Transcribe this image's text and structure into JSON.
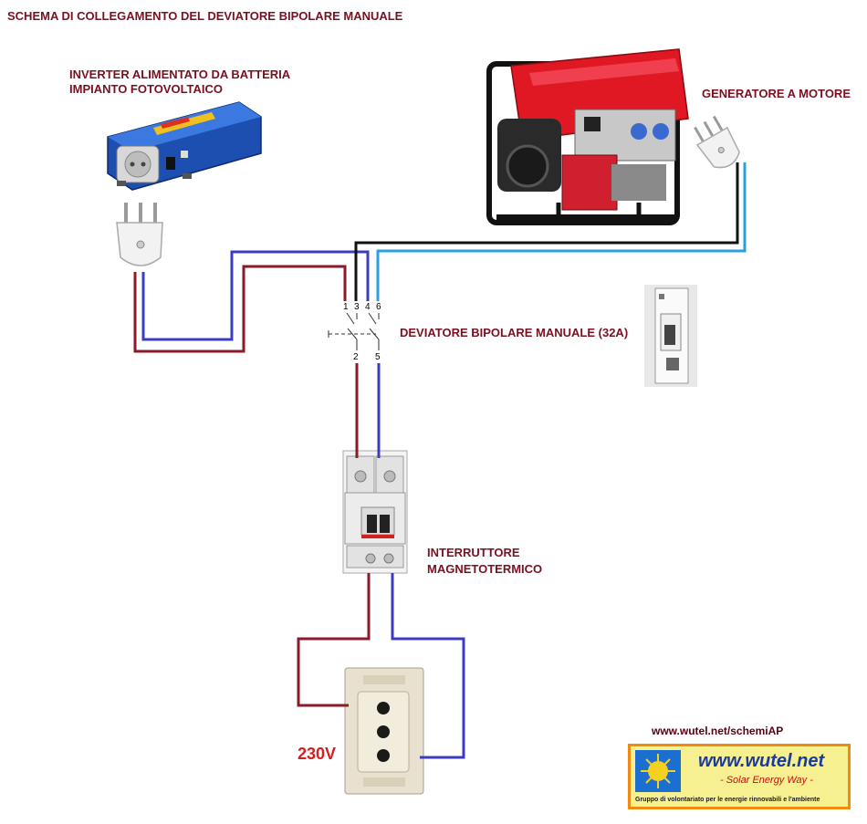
{
  "title": "SCHEMA DI COLLEGAMENTO DEL DEVIATORE BIPOLARE MANUALE",
  "inverter": {
    "label_line1": "INVERTER ALIMENTATO DA BATTERIA",
    "label_line2": "IMPIANTO FOTOVOLTAICO"
  },
  "generator": {
    "label": "GENERATORE A MOTORE"
  },
  "switch": {
    "label": "DEVIATORE BIPOLARE MANUALE (32A)",
    "terminals_top": [
      "1",
      "3",
      "4",
      "6"
    ],
    "terminals_bottom": [
      "2",
      "5"
    ]
  },
  "breaker": {
    "label_line1": "INTERRUTTORE",
    "label_line2": "MAGNETOTERMICO"
  },
  "outlet": {
    "voltage": "230V"
  },
  "website": "www.wutel.net/schemiAP",
  "logo": {
    "name": "www.wutel.net",
    "slogan": "- Solar Energy Way -",
    "description": "Gruppo di volontariato per le energie rinnovabili e l'ambiente"
  },
  "colors": {
    "phase_wire": "#8b1a2a",
    "neutral_wire": "#3c3cc0",
    "gen_black_wire": "#111111",
    "gen_blue_wire": "#2aa0e0",
    "label_text": "#7a1020",
    "voltage_text": "#d42020"
  }
}
